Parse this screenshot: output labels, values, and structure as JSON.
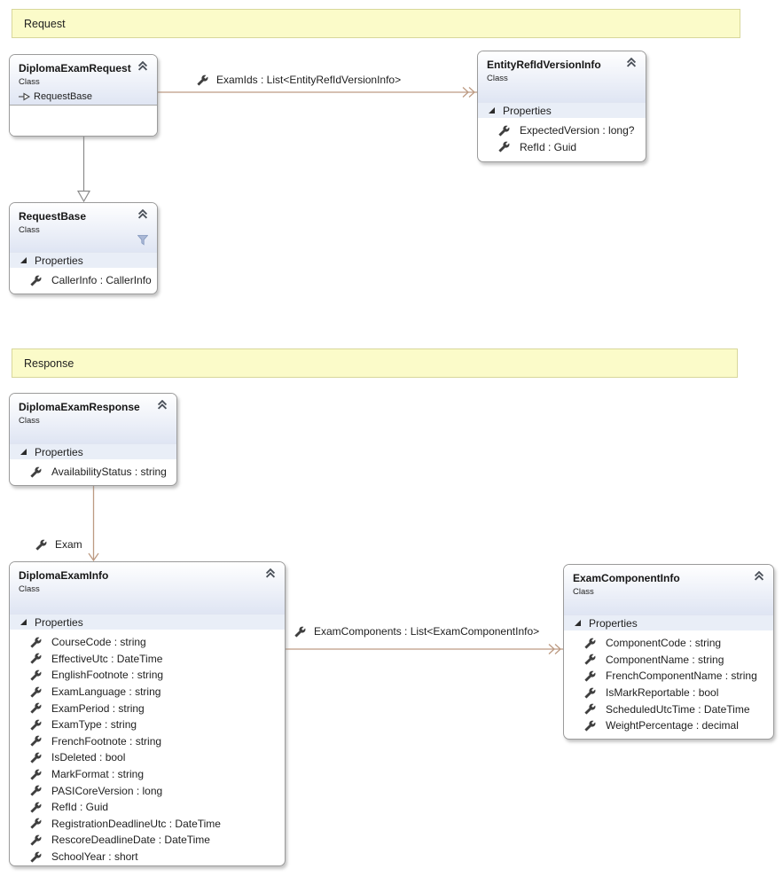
{
  "banners": {
    "request": {
      "label": "Request"
    },
    "response": {
      "label": "Response"
    }
  },
  "classes": {
    "diploma_exam_request": {
      "title": "DiplomaExamRequest",
      "stereotype": "Class",
      "inherits": "RequestBase"
    },
    "entity_ref_id_version_info": {
      "title": "EntityRefIdVersionInfo",
      "stereotype": "Class",
      "section_label": "Properties",
      "members": [
        "ExpectedVersion : long?",
        "RefId : Guid"
      ]
    },
    "request_base": {
      "title": "RequestBase",
      "stereotype": "Class",
      "section_label": "Properties",
      "members": [
        "CallerInfo : CallerInfo"
      ]
    },
    "diploma_exam_response": {
      "title": "DiplomaExamResponse",
      "stereotype": "Class",
      "section_label": "Properties",
      "members": [
        "AvailabilityStatus : string"
      ]
    },
    "diploma_exam_info": {
      "title": "DiplomaExamInfo",
      "stereotype": "Class",
      "section_label": "Properties",
      "members": [
        "CourseCode : string",
        "EffectiveUtc : DateTime",
        "EnglishFootnote : string",
        "ExamLanguage : string",
        "ExamPeriod : string",
        "ExamType : string",
        "FrenchFootnote : string",
        "IsDeleted : bool",
        "MarkFormat : string",
        "PASICoreVersion : long",
        "RefId : Guid",
        "RegistrationDeadlineUtc : DateTime",
        "RescoreDeadlineDate : DateTime",
        "SchoolYear : short"
      ]
    },
    "exam_component_info": {
      "title": "ExamComponentInfo",
      "stereotype": "Class",
      "section_label": "Properties",
      "members": [
        "ComponentCode : string",
        "ComponentName : string",
        "FrenchComponentName : string",
        "IsMarkReportable : bool",
        "ScheduledUtcTime : DateTime",
        "WeightPercentage : decimal"
      ]
    }
  },
  "associations": {
    "exam_ids": {
      "label": "ExamIds : List<EntityRefIdVersionInfo>"
    },
    "exam": {
      "label": "Exam"
    },
    "exam_components": {
      "label": "ExamComponents : List<ExamComponentInfo>"
    }
  },
  "colors": {
    "association_line": "#bd9b83",
    "inheritance_line": "#8b8b8b",
    "banner_fill": "#fbfbc9",
    "banner_border": "#d8d79b",
    "header_gradient_end": "#dfe5f3",
    "section_band": "#e9eef7"
  }
}
